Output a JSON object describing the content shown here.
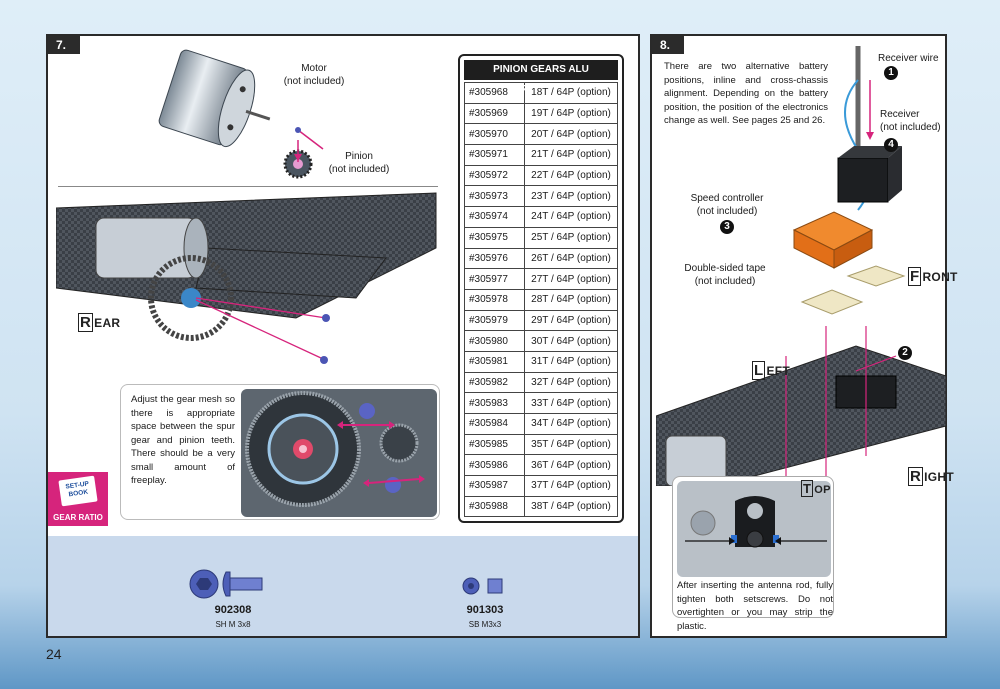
{
  "page_number": "24",
  "step7": {
    "badge": "7.",
    "motor_label_1": "Motor",
    "motor_label_2": "(not included)",
    "pinion_label_1": "Pinion",
    "pinion_label_2": "(not included)",
    "rear_first": "R",
    "rear_rest": "EAR",
    "gear_mesh_text": "Adjust the gear mesh so there is appropriate space between the spur gear and pinion teeth. There should be a very small amount of freeplay.",
    "setup_book_text": "SET-UP BOOK",
    "gear_ratio_label": "GEAR RATIO",
    "pinion_table": {
      "title": "PINION GEARS ALU HARDCOATED",
      "rows": [
        {
          "part": "#305968",
          "spec": "18T / 64P (option)"
        },
        {
          "part": "#305969",
          "spec": "19T / 64P (option)"
        },
        {
          "part": "#305970",
          "spec": "20T / 64P (option)"
        },
        {
          "part": "#305971",
          "spec": "21T / 64P (option)"
        },
        {
          "part": "#305972",
          "spec": "22T / 64P (option)"
        },
        {
          "part": "#305973",
          "spec": "23T / 64P (option)"
        },
        {
          "part": "#305974",
          "spec": "24T / 64P (option)"
        },
        {
          "part": "#305975",
          "spec": "25T / 64P (option)"
        },
        {
          "part": "#305976",
          "spec": "26T / 64P (option)"
        },
        {
          "part": "#305977",
          "spec": "27T / 64P (option)"
        },
        {
          "part": "#305978",
          "spec": "28T / 64P (option)"
        },
        {
          "part": "#305979",
          "spec": "29T / 64P (option)"
        },
        {
          "part": "#305980",
          "spec": "30T / 64P (option)"
        },
        {
          "part": "#305981",
          "spec": "31T / 64P (option)"
        },
        {
          "part": "#305982",
          "spec": "32T / 64P (option)"
        },
        {
          "part": "#305983",
          "spec": "33T / 64P (option)"
        },
        {
          "part": "#305984",
          "spec": "34T / 64P (option)"
        },
        {
          "part": "#305985",
          "spec": "35T / 64P (option)"
        },
        {
          "part": "#305986",
          "spec": "36T / 64P (option)"
        },
        {
          "part": "#305987",
          "spec": "37T / 64P (option)"
        },
        {
          "part": "#305988",
          "spec": "38T / 64P (option)"
        }
      ]
    },
    "parts": [
      {
        "code": "902308",
        "desc": "SH M 3x8"
      },
      {
        "code": "901303",
        "desc": "SB M3x3"
      }
    ]
  },
  "step8": {
    "badge": "8.",
    "intro_text": "There are two alternative battery positions, inline and cross-chassis alignment. Depending on the battery position, the position of the electronics change as well. See pages 25 and 26.",
    "receiver_wire_label": "Receiver wire",
    "receiver_label_1": "Receiver",
    "receiver_label_2": "(not included)",
    "speed_controller_1": "Speed controller",
    "speed_controller_2": "(not included)",
    "tape_label_1": "Double-sided tape",
    "tape_label_2": "(not included)",
    "num_1": "1",
    "num_2": "2",
    "num_3": "3",
    "num_4": "4",
    "front_first": "F",
    "front_rest": "RONT",
    "left_first": "L",
    "left_rest": "EFT",
    "right_first": "R",
    "right_rest": "IGHT",
    "top_first": "T",
    "top_rest": "OP",
    "antenna_text": "After inserting the antenna rod, fully tighten both setscrews. Do not overtighten or you may strip the plastic."
  },
  "colors": {
    "accent_magenta": "#d6247c",
    "esc_orange": "#e8731f",
    "parts_strip_blue": "#c9d9ec"
  }
}
